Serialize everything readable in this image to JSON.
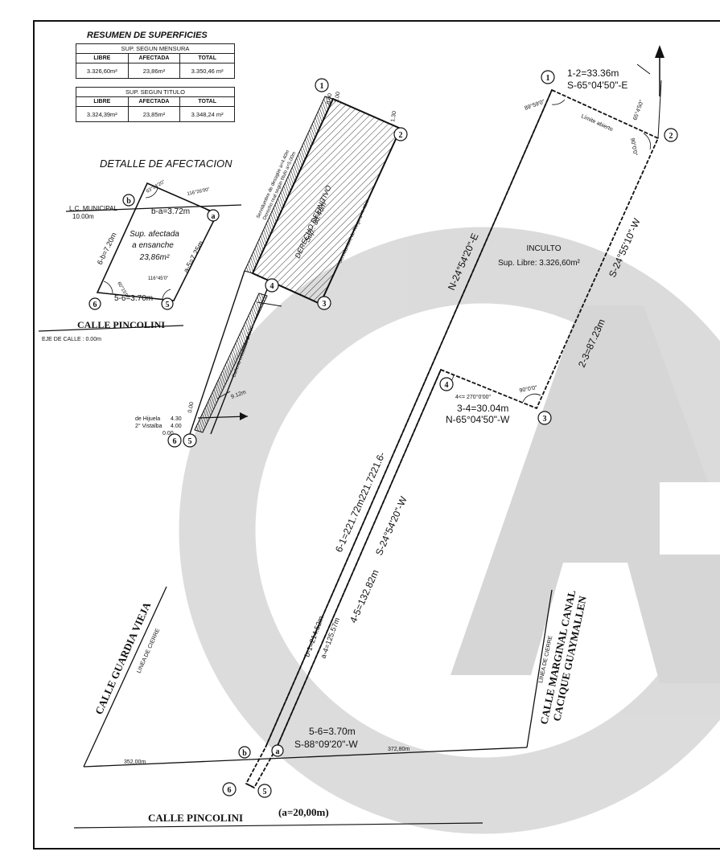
{
  "summary": {
    "title": "RESUMEN DE SUPERFICIES",
    "mensura": {
      "caption": "SUP. SEGUN MENSURA",
      "headers": [
        "LIBRE",
        "AFECTADA",
        "TOTAL"
      ],
      "values": [
        "3.326,60m²",
        "23,86m²",
        "3.350,46 m²"
      ]
    },
    "titulo": {
      "caption": "SUP. SEGUN TITULO",
      "headers": [
        "LIBRE",
        "AFECTADA",
        "TOTAL"
      ],
      "values": [
        "3.324,39m²",
        "23,85m²",
        "3.348,24 m²"
      ]
    }
  },
  "detail": {
    "title": "DETALLE DE AFECTACION",
    "lc_municipal": "L.C. MUNICIPAL",
    "lc_dist": "10.00m",
    "ba": "b-a=3.72m",
    "a5": "a-5=7.25m",
    "b6": "6-b=7.20m",
    "area_lines": [
      "Sup. afectada",
      "a ensanche",
      "23,86m²"
    ],
    "s56": "5-6=3.70m",
    "street": "CALLE PINCOLINI",
    "eje": "EJE DE CALLE : 0.00m",
    "angle_tl": "63°54'20\"",
    "angle_tr": "116°26'00\"",
    "angle_bl": "60°15'0\"",
    "angle_br": "116°45'0\""
  },
  "profile": {
    "easement_1": "Servidumbre de desagüe a=4.40m",
    "easement_2": "Derecho real según título a=5.00m",
    "defin_lines": [
      "DERECHO DEFINITIVO",
      "Sup.: 38.46m²"
    ],
    "riego": "Servidumbre de Riego a=4.40m",
    "canal": "Cañería entubada Ø 0.30",
    "hijuela": "de Hijuela",
    "hijuela_v": "4.30",
    "vistalba": "2° Vistalba",
    "vistalba_v": "4.00",
    "zero": "0.00",
    "dist": "9.12m",
    "v000": "0.00",
    "v100": "1.00",
    "v130": "1.30"
  },
  "lot": {
    "d12": "1-2=33.36m",
    "b12": "S-65°04'50\"-E",
    "limite": "Límite abierto",
    "b23": "S-24°55'10\"-W",
    "d23": "2-3=87.23m",
    "b61": "N-24°54'20\"-E",
    "inculto": "INCULTO",
    "sup_libre": "Sup. Libre: 3.326,60m²",
    "d34": "3-4=30.04m",
    "b34": "N-65°04'50\"-W",
    "ang4": "4<= 270°0'00\"",
    "ang3": "90°0'0\"",
    "ang1": "89°59'0\"",
    "ang2": "65°4'50\"",
    "ang2b": "90°0'0\"",
    "d61": "6-1=221.72m221.7221.6-",
    "b45": "S-24°54'20\"-W",
    "d45": "4-5=132.82m",
    "db1": "b-1=214.52m",
    "da4": "a-4=125.57m",
    "d56": "5-6=3.70m",
    "b56": "S-88°09'20\"-W",
    "d352": "352,00m",
    "d372": "372,80m"
  },
  "streets": {
    "guardia": "CALLE GUARDIA VIEJA",
    "linea1": "LINEA DE CIERRE",
    "linea2": "LINEA DE CIERRE",
    "marginal_1": "CALLE MARGINAL CANAL",
    "marginal_2": "CACIQUE GUAYMALLEN",
    "pincolini": "CALLE PINCOLINI",
    "ancho": "(a=20,00m)"
  },
  "points": {
    "p1": "1",
    "p2": "2",
    "p3": "3",
    "p4": "4",
    "p5": "5",
    "p6": "6",
    "pa": "a",
    "pb": "b"
  }
}
